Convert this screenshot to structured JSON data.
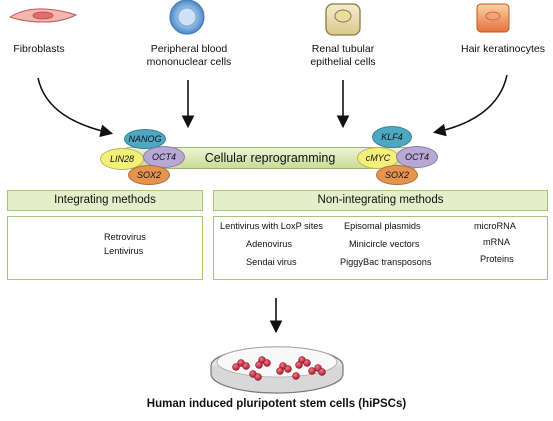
{
  "sources": [
    {
      "label": "Fibroblasts"
    },
    {
      "label": "Peripheral blood\nmononuclear cells"
    },
    {
      "label": "Renal tubular\nepithelial cells"
    },
    {
      "label": "Hair keratinocytes"
    }
  ],
  "reprogramming": {
    "title": "Cellular reprogramming",
    "left_factors": [
      "NANOG",
      "LIN28",
      "OCT4",
      "SOX2"
    ],
    "right_factors": [
      "KLF4",
      "cMYC",
      "OCT4",
      "SOX2"
    ]
  },
  "integrating": {
    "heading": "Integrating methods",
    "items": [
      "Retrovirus",
      "Lentivirus"
    ]
  },
  "non_integrating": {
    "heading": "Non-integrating methods",
    "col1": [
      "Lentivirus with LoxP sites",
      "Adenovirus",
      "Sendai virus"
    ],
    "col2": [
      "Episomal plasmids",
      "Minicircle vectors",
      "PiggyBac transposons"
    ],
    "col3": [
      "microRNA",
      "mRNA",
      "Proteins"
    ]
  },
  "result": "Human induced pluripotent stem cells (hiPSCs)"
}
